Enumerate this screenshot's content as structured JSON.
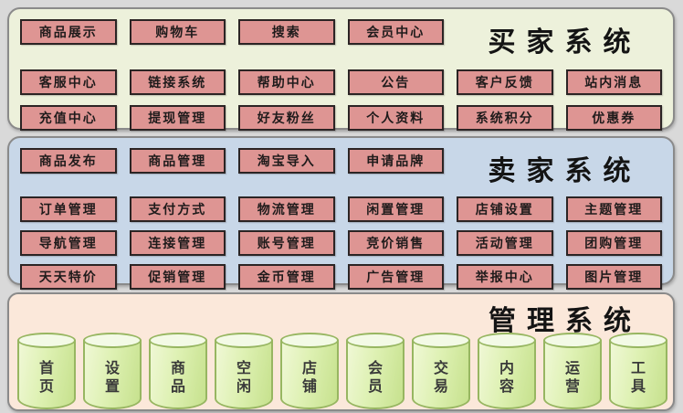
{
  "buyer_system": {
    "title": "买家系统",
    "background": "#edf1db",
    "rows": [
      [
        "商品展示",
        "购物车",
        "搜索",
        "会员中心"
      ],
      [
        "客服中心",
        "链接系统",
        "帮助中心",
        "公告",
        "客户反馈",
        "站内消息"
      ],
      [
        "充值中心",
        "提现管理",
        "好友粉丝",
        "个人资料",
        "系统积分",
        "优惠券"
      ]
    ]
  },
  "seller_system": {
    "title": "卖家系统",
    "background": "#c8d7e8",
    "rows": [
      [
        "商品发布",
        "商品管理",
        "淘宝导入",
        "申请品牌"
      ],
      [
        "订单管理",
        "支付方式",
        "物流管理",
        "闲置管理",
        "店铺设置",
        "主题管理"
      ],
      [
        "导航管理",
        "连接管理",
        "账号管理",
        "竞价销售",
        "活动管理",
        "团购管理"
      ],
      [
        "天天特价",
        "促销管理",
        "金币管理",
        "广告管理",
        "举报中心",
        "图片管理"
      ]
    ]
  },
  "admin_system": {
    "title": "管理系统",
    "background": "#fbe8da",
    "databases": [
      "首页",
      "设置",
      "商品",
      "空闲",
      "店铺",
      "会员",
      "交易",
      "内容",
      "运营",
      "工具"
    ]
  },
  "colors": {
    "page_background": "#d9d9d9",
    "module_box_fill": "#de9593",
    "module_box_border": "#2b2424",
    "panel_border": "#8a8a8a",
    "cylinder_fill": "#def1b3",
    "cylinder_border": "#97b661"
  }
}
